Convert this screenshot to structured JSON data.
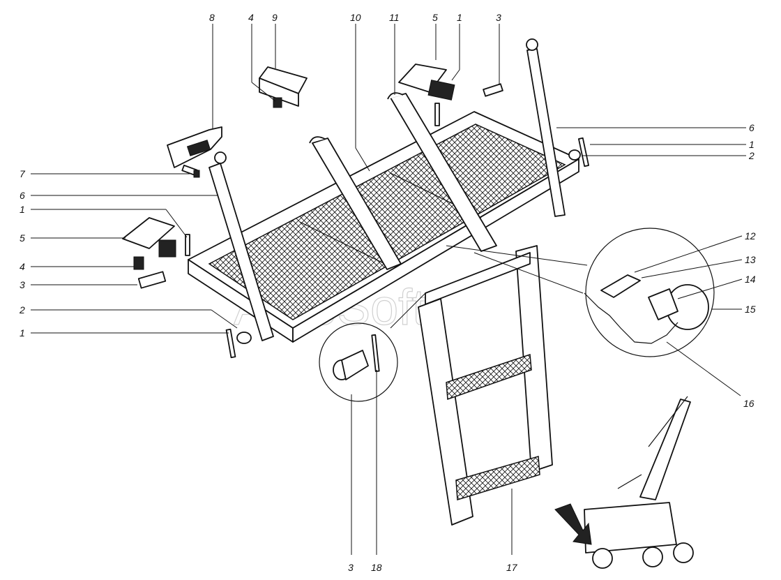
{
  "watermark": "AutoSoft",
  "callouts": [
    {
      "id": "c8",
      "text": "8"
    },
    {
      "id": "c4a",
      "text": "4"
    },
    {
      "id": "c9",
      "text": "9"
    },
    {
      "id": "c10",
      "text": "10"
    },
    {
      "id": "c11",
      "text": "11"
    },
    {
      "id": "c5a",
      "text": "5"
    },
    {
      "id": "c1a",
      "text": "1"
    },
    {
      "id": "c3a",
      "text": "3"
    },
    {
      "id": "c6a",
      "text": "6"
    },
    {
      "id": "c1b",
      "text": "1"
    },
    {
      "id": "c2a",
      "text": "2"
    },
    {
      "id": "c7",
      "text": "7"
    },
    {
      "id": "c6b",
      "text": "6"
    },
    {
      "id": "c1c",
      "text": "1"
    },
    {
      "id": "c5b",
      "text": "5"
    },
    {
      "id": "c4b",
      "text": "4"
    },
    {
      "id": "c3b",
      "text": "3"
    },
    {
      "id": "c2b",
      "text": "2"
    },
    {
      "id": "c1d",
      "text": "1"
    },
    {
      "id": "c12",
      "text": "12"
    },
    {
      "id": "c13",
      "text": "13"
    },
    {
      "id": "c14",
      "text": "14"
    },
    {
      "id": "c15",
      "text": "15"
    },
    {
      "id": "c16",
      "text": "16"
    },
    {
      "id": "c3c",
      "text": "3"
    },
    {
      "id": "c18",
      "text": "18"
    },
    {
      "id": "c17",
      "text": "17"
    }
  ]
}
